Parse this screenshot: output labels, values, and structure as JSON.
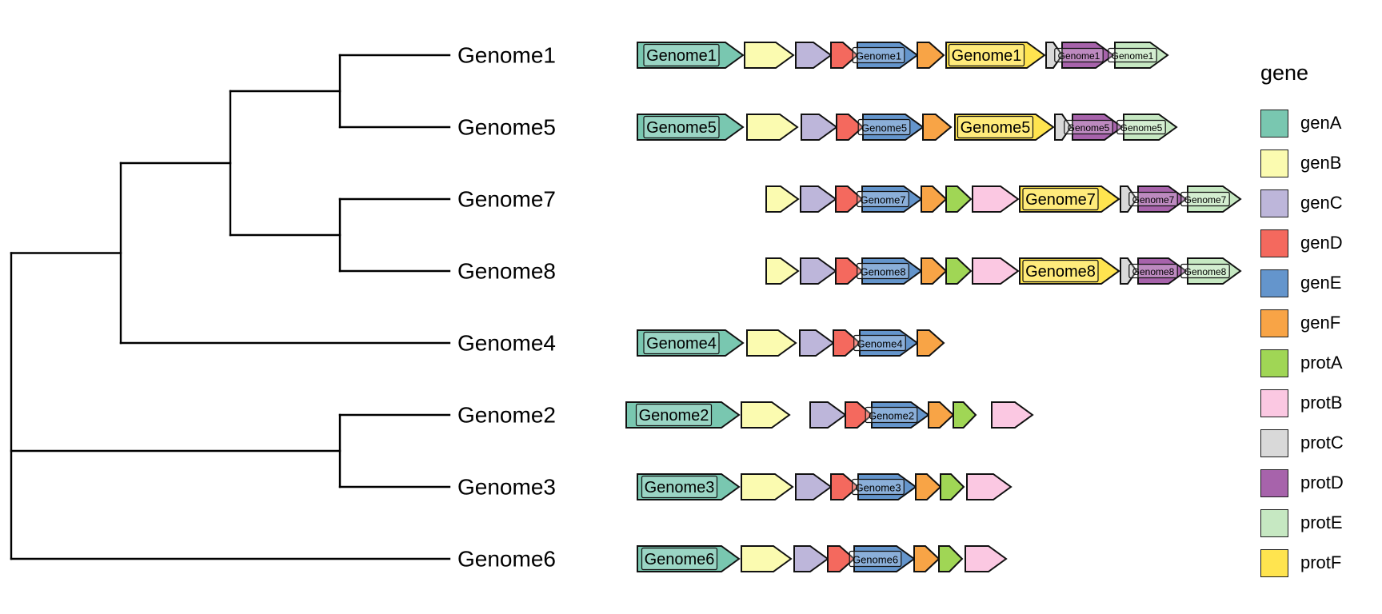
{
  "figure": {
    "background": "#ffffff"
  },
  "legend": {
    "title": "gene",
    "items": [
      {
        "label": "genA",
        "color": "#79C7B0"
      },
      {
        "label": "genB",
        "color": "#FBFBB0"
      },
      {
        "label": "genC",
        "color": "#BDB6DA"
      },
      {
        "label": "genD",
        "color": "#F4695E"
      },
      {
        "label": "genE",
        "color": "#6495CC"
      },
      {
        "label": "genF",
        "color": "#F8A446"
      },
      {
        "label": "protA",
        "color": "#A0D655"
      },
      {
        "label": "protB",
        "color": "#FBC8E2"
      },
      {
        "label": "protC",
        "color": "#D9D9D9"
      },
      {
        "label": "protD",
        "color": "#A763AB"
      },
      {
        "label": "protE",
        "color": "#C6E8C2"
      },
      {
        "label": "protF",
        "color": "#FFE44F"
      }
    ]
  },
  "chart_data": {
    "type": "phylogenetic-tree-with-gene-map",
    "tips_order": [
      "Genome1",
      "Genome5",
      "Genome7",
      "Genome8",
      "Genome4",
      "Genome2",
      "Genome3",
      "Genome6"
    ],
    "tree_newick": "((((Genome1,Genome5),(Genome7,Genome8)),Genome4),(Genome2,Genome3),Genome6);",
    "tree_nested": [
      [
        [
          [
            "Genome1",
            "Genome5"
          ],
          [
            "Genome7",
            "Genome8"
          ]
        ],
        "Genome4"
      ],
      [
        "Genome2",
        "Genome3"
      ],
      "Genome6"
    ],
    "rows": [
      {
        "genome": "Genome1",
        "genes": [
          {
            "gene": "genA",
            "start": 0,
            "end": 132,
            "label": "Genome1",
            "label_size": "md"
          },
          {
            "gene": "genB",
            "start": 134,
            "end": 195
          },
          {
            "gene": "genC",
            "start": 198,
            "end": 242
          },
          {
            "gene": "genD",
            "start": 242,
            "end": 275
          },
          {
            "gene": "genE",
            "start": 275,
            "end": 350,
            "label": "Genome1",
            "label_size": "sm"
          },
          {
            "gene": "genF",
            "start": 350,
            "end": 383
          },
          {
            "gene": "protF",
            "start": 386,
            "end": 509,
            "label": "Genome1",
            "label_size": "md"
          },
          {
            "gene": "protC",
            "start": 511,
            "end": 531
          },
          {
            "gene": "protD",
            "start": 531,
            "end": 595,
            "label": "Genome1",
            "label_size": "xs"
          },
          {
            "gene": "protE",
            "start": 597,
            "end": 663,
            "label": "Genome1",
            "label_size": "xs"
          }
        ]
      },
      {
        "genome": "Genome5",
        "genes": [
          {
            "gene": "genA",
            "start": 0,
            "end": 132,
            "label": "Genome5",
            "label_size": "md"
          },
          {
            "gene": "genB",
            "start": 137,
            "end": 200
          },
          {
            "gene": "genC",
            "start": 205,
            "end": 249
          },
          {
            "gene": "genD",
            "start": 249,
            "end": 282
          },
          {
            "gene": "genE",
            "start": 282,
            "end": 357,
            "label": "Genome5",
            "label_size": "sm"
          },
          {
            "gene": "genF",
            "start": 357,
            "end": 392
          },
          {
            "gene": "protF",
            "start": 397,
            "end": 520,
            "label": "Genome5",
            "label_size": "md"
          },
          {
            "gene": "protC",
            "start": 522,
            "end": 542
          },
          {
            "gene": "protD",
            "start": 544,
            "end": 606,
            "label": "Genome5",
            "label_size": "xs"
          },
          {
            "gene": "protE",
            "start": 608,
            "end": 674,
            "label": "Genome5",
            "label_size": "xs"
          }
        ]
      },
      {
        "genome": "Genome7",
        "genes": [
          {
            "gene": "genB",
            "start": 161,
            "end": 201
          },
          {
            "gene": "genC",
            "start": 204,
            "end": 248
          },
          {
            "gene": "genD",
            "start": 248,
            "end": 281
          },
          {
            "gene": "genE",
            "start": 281,
            "end": 355,
            "label": "Genome7",
            "label_size": "sm"
          },
          {
            "gene": "genF",
            "start": 355,
            "end": 386
          },
          {
            "gene": "protA",
            "start": 386,
            "end": 417
          },
          {
            "gene": "protB",
            "start": 419,
            "end": 476
          },
          {
            "gene": "protF",
            "start": 478,
            "end": 602,
            "label": "Genome7",
            "label_size": "md"
          },
          {
            "gene": "protC",
            "start": 604,
            "end": 624
          },
          {
            "gene": "protD",
            "start": 626,
            "end": 686,
            "label": "Genome7",
            "label_size": "xs"
          },
          {
            "gene": "protE",
            "start": 688,
            "end": 754,
            "label": "Genome7",
            "label_size": "xs"
          }
        ]
      },
      {
        "genome": "Genome8",
        "genes": [
          {
            "gene": "genB",
            "start": 161,
            "end": 201
          },
          {
            "gene": "genC",
            "start": 204,
            "end": 248
          },
          {
            "gene": "genD",
            "start": 248,
            "end": 281
          },
          {
            "gene": "genE",
            "start": 281,
            "end": 355,
            "label": "Genome8",
            "label_size": "sm"
          },
          {
            "gene": "genF",
            "start": 355,
            "end": 386
          },
          {
            "gene": "protA",
            "start": 386,
            "end": 417
          },
          {
            "gene": "protB",
            "start": 419,
            "end": 476
          },
          {
            "gene": "protF",
            "start": 478,
            "end": 602,
            "label": "Genome8",
            "label_size": "md"
          },
          {
            "gene": "protC",
            "start": 604,
            "end": 624
          },
          {
            "gene": "protD",
            "start": 626,
            "end": 686,
            "label": "Genome8",
            "label_size": "xs"
          },
          {
            "gene": "protE",
            "start": 688,
            "end": 754,
            "label": "Genome8",
            "label_size": "xs"
          }
        ]
      },
      {
        "genome": "Genome4",
        "genes": [
          {
            "gene": "genA",
            "start": 0,
            "end": 132,
            "label": "Genome4",
            "label_size": "md"
          },
          {
            "gene": "genB",
            "start": 137,
            "end": 198
          },
          {
            "gene": "genC",
            "start": 203,
            "end": 245
          },
          {
            "gene": "genD",
            "start": 245,
            "end": 278
          },
          {
            "gene": "genE",
            "start": 278,
            "end": 350,
            "label": "Genome4",
            "label_size": "sm"
          },
          {
            "gene": "genF",
            "start": 350,
            "end": 383
          }
        ]
      },
      {
        "genome": "Genome2",
        "genes": [
          {
            "gene": "genA",
            "start": -14,
            "end": 127,
            "label": "Genome2",
            "label_size": "md"
          },
          {
            "gene": "genB",
            "start": 130,
            "end": 190
          },
          {
            "gene": "genC",
            "start": 216,
            "end": 260
          },
          {
            "gene": "genD",
            "start": 260,
            "end": 293
          },
          {
            "gene": "genE",
            "start": 293,
            "end": 364,
            "label": "Genome2",
            "label_size": "sm"
          },
          {
            "gene": "genF",
            "start": 364,
            "end": 395
          },
          {
            "gene": "protA",
            "start": 395,
            "end": 423
          },
          {
            "gene": "protB",
            "start": 443,
            "end": 494
          }
        ]
      },
      {
        "genome": "Genome3",
        "genes": [
          {
            "gene": "genA",
            "start": 0,
            "end": 127,
            "label": "Genome3",
            "label_size": "md"
          },
          {
            "gene": "genB",
            "start": 130,
            "end": 194
          },
          {
            "gene": "genC",
            "start": 198,
            "end": 242
          },
          {
            "gene": "genD",
            "start": 242,
            "end": 276
          },
          {
            "gene": "genE",
            "start": 276,
            "end": 348,
            "label": "Genome3",
            "label_size": "sm"
          },
          {
            "gene": "genF",
            "start": 348,
            "end": 379
          },
          {
            "gene": "protA",
            "start": 379,
            "end": 408
          },
          {
            "gene": "protB",
            "start": 412,
            "end": 467
          }
        ]
      },
      {
        "genome": "Genome6",
        "genes": [
          {
            "gene": "genA",
            "start": 0,
            "end": 127,
            "label": "Genome6",
            "label_size": "md"
          },
          {
            "gene": "genB",
            "start": 130,
            "end": 192
          },
          {
            "gene": "genC",
            "start": 196,
            "end": 238
          },
          {
            "gene": "genD",
            "start": 238,
            "end": 271
          },
          {
            "gene": "genE",
            "start": 271,
            "end": 346,
            "label": "Genome6",
            "label_size": "sm"
          },
          {
            "gene": "genF",
            "start": 346,
            "end": 377
          },
          {
            "gene": "protA",
            "start": 377,
            "end": 406
          },
          {
            "gene": "protB",
            "start": 410,
            "end": 461
          }
        ]
      }
    ]
  }
}
